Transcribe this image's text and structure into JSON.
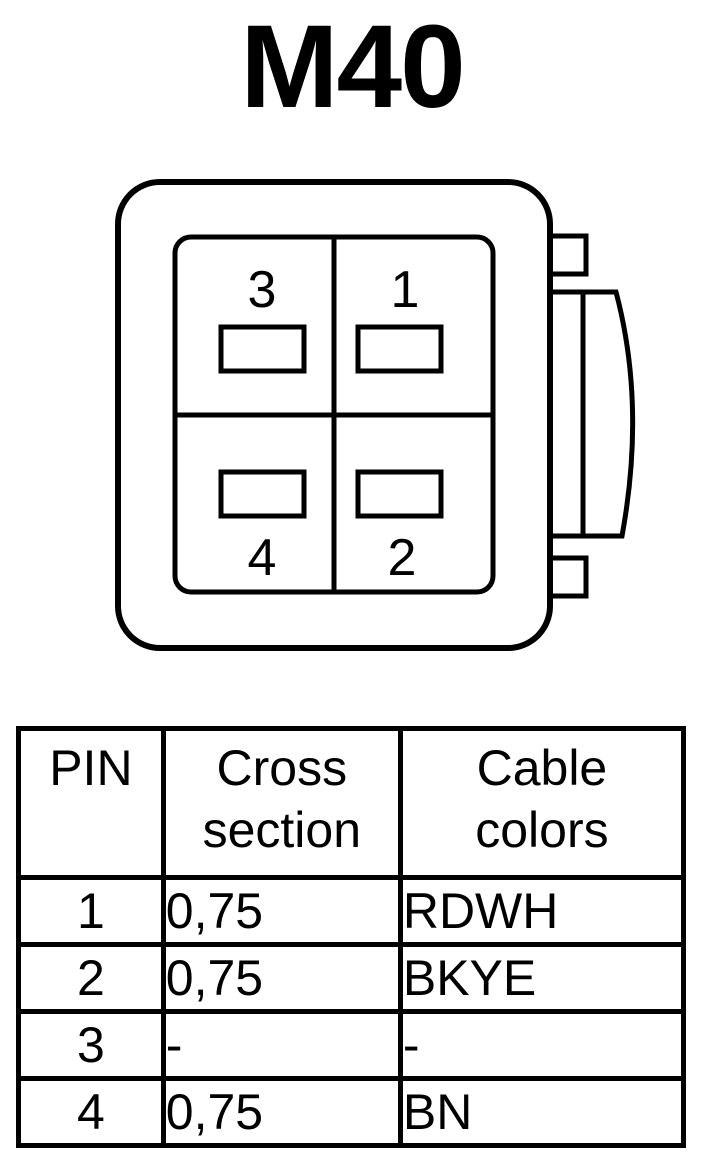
{
  "title": "M40",
  "connector": {
    "pins": [
      {
        "label": "3"
      },
      {
        "label": "1"
      },
      {
        "label": "4"
      },
      {
        "label": "2"
      }
    ]
  },
  "table": {
    "headers": {
      "pin": "PIN",
      "cross_section_line1": "Cross",
      "cross_section_line2": "section",
      "cable_colors_line1": "Cable",
      "cable_colors_line2": "colors"
    },
    "rows": [
      {
        "pin": "1",
        "cross": "0,75",
        "color": "RDWH"
      },
      {
        "pin": "2",
        "cross": "0,75",
        "color": "BKYE"
      },
      {
        "pin": "3",
        "cross": "-",
        "color": "-"
      },
      {
        "pin": "4",
        "cross": "0,75",
        "color": "BN"
      }
    ]
  }
}
